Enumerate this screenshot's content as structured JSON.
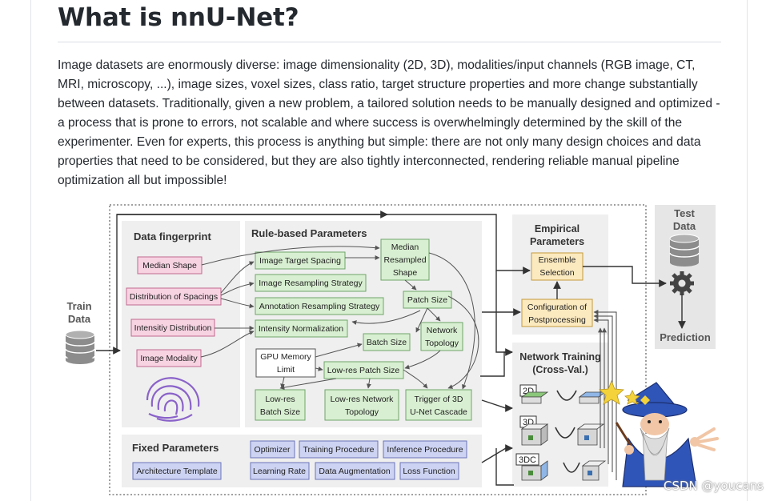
{
  "page": {
    "title": "What is nnU-Net?",
    "paragraph": "Image datasets are enormously diverse: image dimensionality (2D, 3D), modalities/input channels (RGB image, CT, MRI, microscopy, ...), image sizes, voxel sizes, class ratio, target structure properties and more change substantially between datasets. Traditionally, given a new problem, a tailored solution needs to be manually designed and optimized - a process that is prone to errors, not scalable and where success is overwhelmingly determined by the skill of the experimenter. Even for experts, this process is anything but simple: there are not only many design choices and data properties that need to be considered, but they are also tightly interconnected, rendering reliable manual pipeline optimization all but impossible!"
  },
  "diagram": {
    "train_data": [
      "Train",
      "Data"
    ],
    "test_data": [
      "Test",
      "Data"
    ],
    "prediction": "Prediction",
    "fingerprint": {
      "title": "Data fingerprint",
      "items": [
        "Median Shape",
        "Distribution of Spacings",
        "Intensitiy Distribution",
        "Image Modality"
      ]
    },
    "rule_based": {
      "title": "Rule-based Parameters",
      "median_resampled_shape": [
        "Median",
        "Resampled",
        "Shape"
      ],
      "image_target_spacing": "Image Target Spacing",
      "image_resampling_strategy": "Image Resampling Strategy",
      "annotation_resampling_strategy": "Annotation Resampling Strategy",
      "intensity_normalization": "Intensity Normalization",
      "patch_size": "Patch Size",
      "batch_size": "Batch Size",
      "network_topology": [
        "Network",
        "Topology"
      ],
      "gpu_memory_limit": [
        "GPU Memory",
        "Limit"
      ],
      "low_res_patch_size": "Low-res Patch Size",
      "low_res_batch_size": [
        "Low-res",
        "Batch Size"
      ],
      "low_res_network_topology": [
        "Low-res Network",
        "Topology"
      ],
      "trigger_cascade": [
        "Trigger of 3D",
        "U-Net Cascade"
      ]
    },
    "empirical": {
      "title": [
        "Empirical",
        "Parameters"
      ],
      "ensemble_selection": [
        "Ensemble",
        "Selection"
      ],
      "postprocessing": [
        "Configuration of",
        "Postprocessing"
      ]
    },
    "network_training": {
      "title": [
        "Network Training",
        "(Cross-Val.)"
      ],
      "labels": [
        "2D",
        "3D",
        "3DC"
      ]
    },
    "fixed": {
      "title": "Fixed Parameters",
      "items": [
        "Architecture Template",
        "Optimizer",
        "Training Procedure",
        "Inference Procedure",
        "Learning Rate",
        "Data Augmentation",
        "Loss Function"
      ]
    },
    "colors": {
      "pink_fill": "#f7d3e2",
      "pink_stroke": "#c2698f",
      "green_fill": "#d8efd1",
      "green_stroke": "#6fa56a",
      "yellow_fill": "#fbe9bf",
      "yellow_stroke": "#c49a3c",
      "blue_fill": "#cdd3f2",
      "blue_stroke": "#6b76b8",
      "panel_fill": "#efefef",
      "panel_dark": "#d9d9d9"
    }
  },
  "watermark": "CSDN @youcans"
}
